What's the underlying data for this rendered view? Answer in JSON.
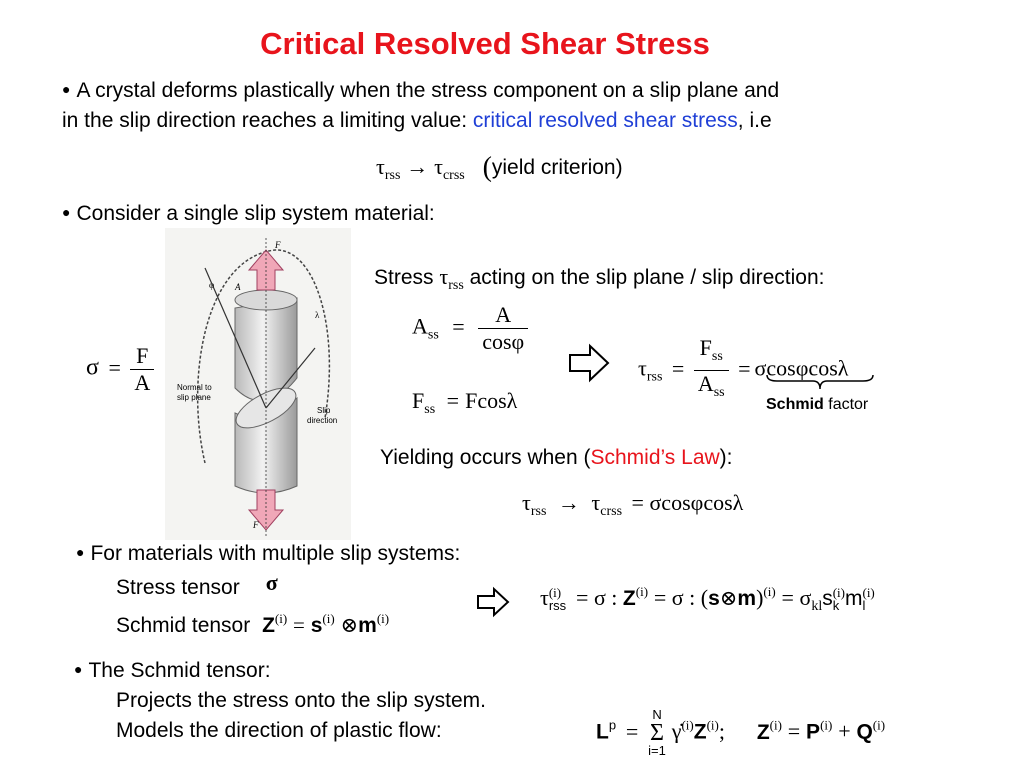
{
  "title": "Critical Resolved Shear Stress",
  "bullet1": {
    "line1": "A crystal deforms plastically when the stress component on a slip plane and",
    "line2_prefix": "in the slip direction reaches a limiting value: ",
    "line2_highlight": "critical resolved shear stress",
    "line2_suffix": ", i.e"
  },
  "yield_criterion": {
    "lhs": "τ",
    "lhs_sub": "rss",
    "arrow": "→",
    "rhs": "τ",
    "rhs_sub": "crss",
    "note": "yield criterion"
  },
  "bullet2": "Consider a single slip system material:",
  "figure": {
    "label_normal": "Normal to",
    "label_normal2": "slip plane",
    "label_slip": "Slip",
    "label_slip2": "direction",
    "label_F": "F",
    "label_A": "A",
    "label_phi": "φ",
    "label_lambda": "λ"
  },
  "sigma_eq": {
    "lhs": "σ",
    "eq": "=",
    "num": "F",
    "den": "A"
  },
  "stress_caption": {
    "prefix": "Stress ",
    "sym": "τ",
    "sub": "rss",
    "suffix": " acting on the slip plane / slip direction:"
  },
  "area_eq": {
    "lhs": "A",
    "lhs_sub": "ss",
    "eq": "=",
    "num": "A",
    "den": "cosφ"
  },
  "force_eq": {
    "lhs": "F",
    "lhs_sub": "ss",
    "eq": "=",
    "rhs": "Fcosλ"
  },
  "tau_eq": {
    "lhs": "τ",
    "lhs_sub": "rss",
    "eq": "=",
    "num": "F",
    "num_sub": "ss",
    "den": "A",
    "den_sub": "ss",
    "eq2": "=",
    "rhs": "σcosφcosλ"
  },
  "schmid_factor": {
    "bold": "Schmid",
    "rest": " factor"
  },
  "yielding": {
    "prefix": "Yielding occurs when (",
    "highlight": "Schmid’s Law",
    "suffix": "):"
  },
  "schmid_law": {
    "text_a": "τ",
    "sub_a": "rss",
    "arrow": "→",
    "text_b": "τ",
    "sub_b": "crss",
    "rest": "= σcosφcosλ"
  },
  "bullet3": "For materials with multiple slip systems:",
  "stress_tensor": {
    "label": "Stress tensor",
    "sym": "σ"
  },
  "schmid_tensor": {
    "label": "Schmid tensor",
    "Z": "Z",
    "sup": "(i)",
    "eq": "=",
    "s": "s",
    "otimes": "⊗",
    "m": "m"
  },
  "tau_i_eq": {
    "tau": "τ",
    "sup": "(i)",
    "sub": "rss",
    "part1": "= σ : ",
    "Z": "Z",
    "part2": "= σ : (",
    "s": "s",
    "otimes": "⊗",
    "m": "m",
    "part3": ")",
    "part4": "= σ",
    "kl": "kl",
    "s2": "s",
    "k": "k",
    "m2": "m",
    "l": "l"
  },
  "bullet4": {
    "title": "The Schmid tensor:",
    "line1": "Projects the stress onto the slip system.",
    "line2": "Models the direction of plastic flow:"
  },
  "plastic_flow": {
    "L": "L",
    "Lsup": "p",
    "eq": "=",
    "sum": "Σ",
    "top": "N",
    "bottom": "i=1",
    "gamma": "γ̇",
    "sup": "(i)",
    "Z": "Z",
    "semi": ";",
    "eq2": "=",
    "P": "P",
    "plus": "+",
    "Q": "Q"
  }
}
